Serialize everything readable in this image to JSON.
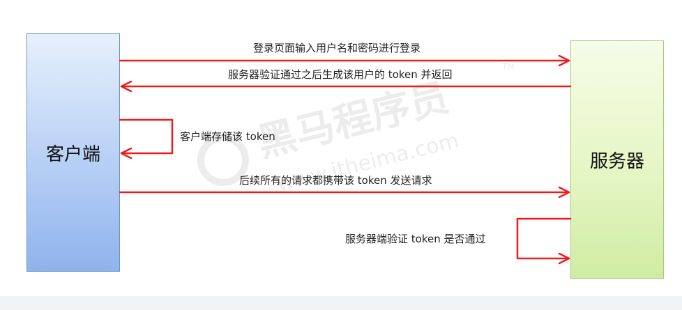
{
  "actors": {
    "client": "客户端",
    "server": "服务器"
  },
  "messages": [
    "登录页面输入用户名和密码进行登录",
    "服务器验证通过之后生成该用户的 token 并返回",
    "客户端存储该 token",
    "后续所有的请求都携带该 token 发送请求",
    "服务器端验证 token 是否通过"
  ],
  "watermark": {
    "brand": "黑马程序员",
    "url": "www.itheima.com",
    "tm": "TM"
  },
  "colors": {
    "arrow": "#ee1c1c",
    "client_fill": "#b6cff5",
    "server_fill": "#e5f6c4"
  }
}
